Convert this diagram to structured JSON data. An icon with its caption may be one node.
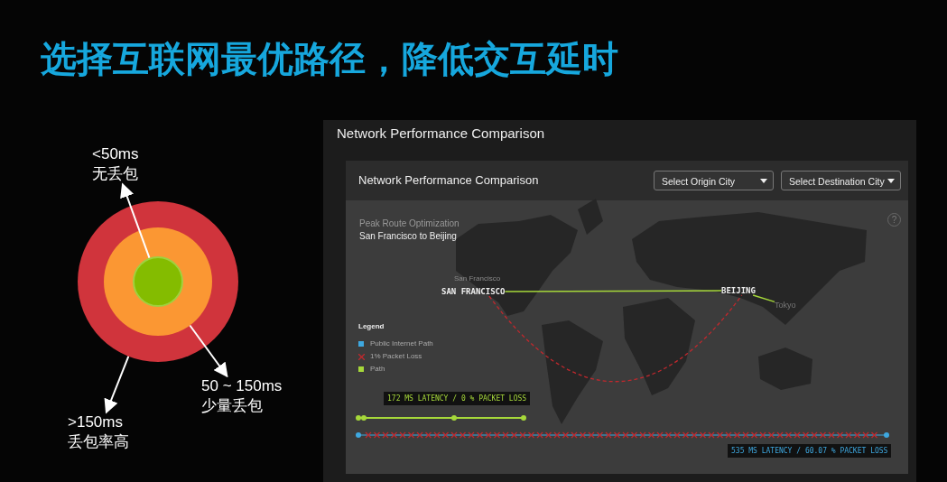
{
  "diagram": {
    "title": "选择互联网最优路径，降低交互延时",
    "nodes": [
      {
        "text": [],
        "shape": "circle"
      },
      {
        "text": [],
        "shape": "circle",
        "in": 0
      },
      {
        "text": [],
        "shape": "circle",
        "in": 1
      },
      {
        "text": [
          "<50ms",
          "无丢包"
        ]
      },
      {
        "text": [
          "50 ~ 150ms",
          "少量丢包"
        ]
      },
      {
        "text": [
          ">150ms",
          "丢包率高"
        ]
      },
      {
        "text": [
          "SAN FRANCISCO"
        ]
      },
      {
        "text": [
          "BEIJING"
        ]
      },
      {
        "text": [
          "Tokyo"
        ]
      }
    ],
    "edges": [
      {
        "from": 2,
        "to": 3,
        "arrow": "to"
      },
      {
        "from": 1,
        "to": 4,
        "arrow": "to"
      },
      {
        "from": 0,
        "to": 5,
        "arrow": "to"
      },
      {
        "from": 6,
        "to": 7,
        "arrow": "none",
        "color": "#a6d83a"
      },
      {
        "from": 7,
        "to": 8,
        "arrow": "none",
        "color": "#a6d83a"
      },
      {
        "from": 6,
        "to": 7,
        "arrow": "none",
        "style": "dashed",
        "color": "#c0282d"
      }
    ],
    "labels": [
      "Network Performance Comparison",
      "Network Performance Comparison",
      "Select Origin City",
      "Select Destination City",
      "?",
      "Peak Route Optimization",
      "San Francisco to Beijing",
      "San Francisco",
      "Legend",
      "172 MS LATENCY / 0 % PACKET LOSS",
      "535 MS LATENCY / 60.07 % PACKET LOSS"
    ],
    "legend": [
      {
        "text": "Public Internet Path",
        "color": "#3ea8e0"
      },
      {
        "text": "1% Packet Loss"
      },
      {
        "text": "Path",
        "color": "#a6d83a"
      }
    ]
  }
}
